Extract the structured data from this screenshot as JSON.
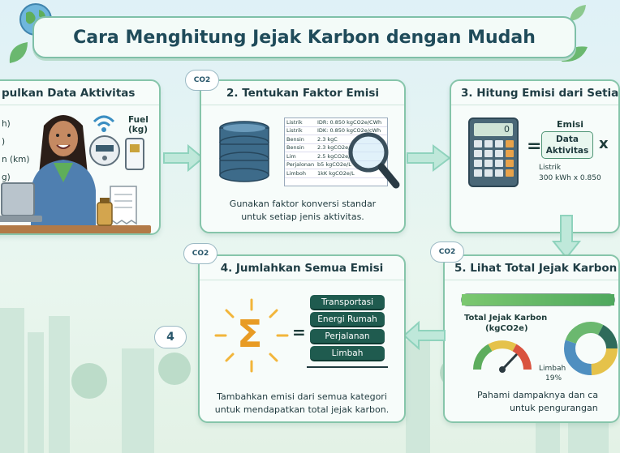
{
  "title": "Cara Menghitung Jejak Karbon dengan Mudah",
  "co2_badge": "CO2",
  "step1": {
    "heading": "pulkan Data Aktivitas",
    "lines": [
      "h)",
      ")",
      "n (km)",
      "g)"
    ],
    "fuel_label": "Fuel",
    "fuel_unit": "(kg)"
  },
  "step2": {
    "heading": "2. Tentukan Faktor Emisi",
    "table": [
      {
        "name": "Listrik",
        "value": "IDR: 0.850 kgCO2e/CWh"
      },
      {
        "name": "Listrik",
        "value": "IDK: 0.850 kgCO2e/cWh"
      },
      {
        "name": "Bensin",
        "value": "2.3 kgC"
      },
      {
        "name": "Bensin",
        "value": "2.3 kgCO2e/L"
      },
      {
        "name": "Lim",
        "value": "2.5 kgCO2e/L"
      },
      {
        "name": "Perjalonan",
        "value": "b5 kgCO2e/L"
      },
      {
        "name": "Limboh",
        "value": "1kK kgCO2e/L"
      }
    ],
    "caption1": "Gunakan faktor konversi standar",
    "caption2": "untuk setiap jenis aktivitas."
  },
  "step3": {
    "heading": "3. Hitung Emisi dari Setia",
    "display": "0",
    "emisi_label": "Emisi",
    "data_label1": "Data",
    "data_label2": "Aktivitas",
    "times": "x",
    "equals": "=",
    "listrik_label": "Listrik",
    "formula": "300 kWh  x  0.850"
  },
  "step4": {
    "heading": "4. Jumlahkan Semua Emisi",
    "sigma": "Σ",
    "equals": "=",
    "items": [
      "Transportasi",
      "Energi Rumah",
      "Perjalanan",
      "Limbah"
    ],
    "caption1": "Tambahkan emisi dari semua kategori",
    "caption2": "untuk mendapatkan total jejak karbon.",
    "badge": "4"
  },
  "step5": {
    "heading": "5. Lihat Total Jejak Karbon",
    "gauge_label1": "Total Jejak Karbon",
    "gauge_label2": "(kgCO2e)",
    "limbah_label": "Limbah",
    "limbah_pct": "19%",
    "caption1": "Pahami dampaknya dan ca",
    "caption2": "untuk pengurangan"
  },
  "colors": {
    "card_border": "#86c5aa",
    "pill": "#1f5b4f",
    "arrow": "#9fdcc8"
  }
}
